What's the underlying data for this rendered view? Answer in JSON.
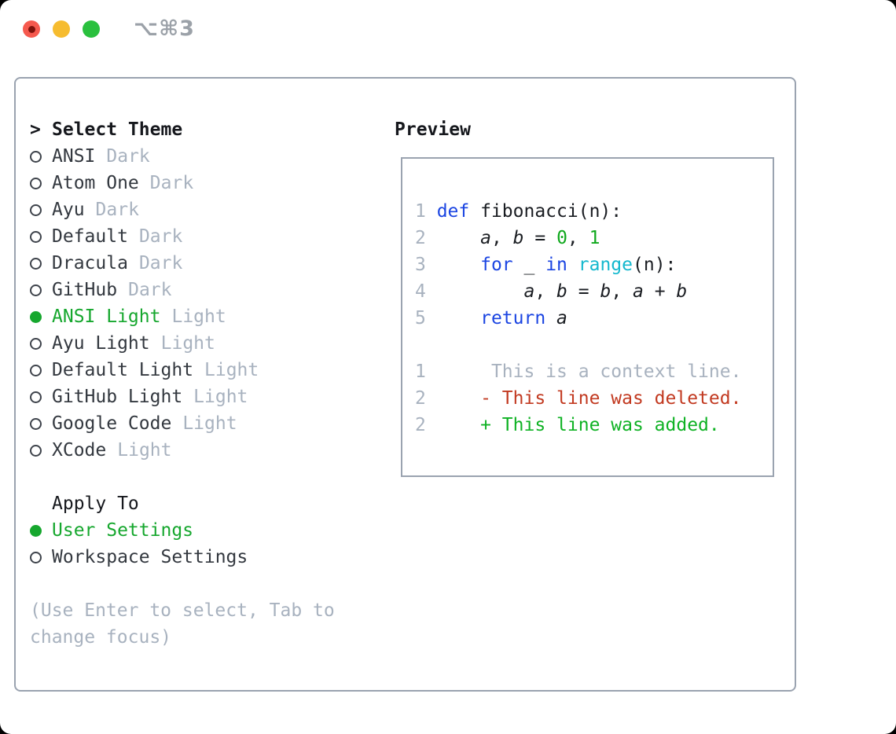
{
  "titlebar": {
    "shortcut": "⌥⌘3"
  },
  "picker": {
    "prompt": ">",
    "title": "Select Theme",
    "themes": [
      {
        "name": "ANSI",
        "tag": "Dark",
        "selected": false
      },
      {
        "name": "Atom One",
        "tag": "Dark",
        "selected": false
      },
      {
        "name": "Ayu",
        "tag": "Dark",
        "selected": false
      },
      {
        "name": "Default",
        "tag": "Dark",
        "selected": false
      },
      {
        "name": "Dracula",
        "tag": "Dark",
        "selected": false
      },
      {
        "name": "GitHub",
        "tag": "Dark",
        "selected": false
      },
      {
        "name": "ANSI Light",
        "tag": "Light",
        "selected": true
      },
      {
        "name": "Ayu Light",
        "tag": "Light",
        "selected": false
      },
      {
        "name": "Default Light",
        "tag": "Light",
        "selected": false
      },
      {
        "name": "GitHub Light",
        "tag": "Light",
        "selected": false
      },
      {
        "name": "Google Code",
        "tag": "Light",
        "selected": false
      },
      {
        "name": "XCode",
        "tag": "Light",
        "selected": false
      }
    ],
    "apply_to_title": "Apply To",
    "apply_options": [
      {
        "name": "User Settings",
        "selected": true
      },
      {
        "name": "Workspace Settings",
        "selected": false
      }
    ],
    "hint_line1": "(Use Enter to select, Tab to",
    "hint_line2": "change focus)"
  },
  "preview": {
    "title": "Preview",
    "lines": [
      {
        "segments": [
          {
            "text": "1 ",
            "style": "ln"
          },
          {
            "text": "def",
            "style": "kw"
          },
          {
            "text": " fibonacci(n):",
            "style": "fg"
          }
        ]
      },
      {
        "segments": [
          {
            "text": "2 ",
            "style": "ln"
          },
          {
            "text": "    ",
            "style": "fg"
          },
          {
            "text": "a",
            "style": "var"
          },
          {
            "text": ", ",
            "style": "fg"
          },
          {
            "text": "b",
            "style": "var"
          },
          {
            "text": " = ",
            "style": "fg"
          },
          {
            "text": "0",
            "style": "num"
          },
          {
            "text": ", ",
            "style": "fg"
          },
          {
            "text": "1",
            "style": "num"
          }
        ]
      },
      {
        "segments": [
          {
            "text": "3 ",
            "style": "ln"
          },
          {
            "text": "    ",
            "style": "fg"
          },
          {
            "text": "for",
            "style": "kw"
          },
          {
            "text": " _ ",
            "style": "fg"
          },
          {
            "text": "in",
            "style": "kw"
          },
          {
            "text": " ",
            "style": "fg"
          },
          {
            "text": "range",
            "style": "fn"
          },
          {
            "text": "(n):",
            "style": "fg"
          }
        ]
      },
      {
        "segments": [
          {
            "text": "4 ",
            "style": "ln"
          },
          {
            "text": "        ",
            "style": "fg"
          },
          {
            "text": "a",
            "style": "var"
          },
          {
            "text": ", ",
            "style": "fg"
          },
          {
            "text": "b",
            "style": "var"
          },
          {
            "text": " = ",
            "style": "fg"
          },
          {
            "text": "b",
            "style": "var"
          },
          {
            "text": ", ",
            "style": "fg"
          },
          {
            "text": "a",
            "style": "var"
          },
          {
            "text": " + ",
            "style": "fg"
          },
          {
            "text": "b",
            "style": "var"
          }
        ]
      },
      {
        "segments": [
          {
            "text": "5 ",
            "style": "ln"
          },
          {
            "text": "    ",
            "style": "fg"
          },
          {
            "text": "return",
            "style": "kw"
          },
          {
            "text": " ",
            "style": "fg"
          },
          {
            "text": "a",
            "style": "var"
          }
        ]
      },
      {
        "segments": []
      },
      {
        "segments": [
          {
            "text": "1",
            "style": "ln"
          },
          {
            "text": "      This is a context line.",
            "style": "ctx"
          }
        ]
      },
      {
        "segments": [
          {
            "text": "2",
            "style": "ln"
          },
          {
            "text": "     - This line was deleted.",
            "style": "del"
          }
        ]
      },
      {
        "segments": [
          {
            "text": "2",
            "style": "ln"
          },
          {
            "text": "     + This line was added.",
            "style": "add"
          }
        ]
      }
    ]
  },
  "colors": {
    "keyword_blue": "#1b45e2",
    "function_cyan": "#14b8ce",
    "number_green": "#0fa81c",
    "added_green": "#0fb224",
    "deleted_red": "#c23a21",
    "muted_gray": "#a8b2bf",
    "text_dark": "#33383f",
    "selected_green": "#16a72e",
    "border_gray": "#9aa3b0",
    "traffic_red": "#f5594e",
    "traffic_yellow": "#f6bc2f",
    "traffic_green": "#2ac03e"
  }
}
